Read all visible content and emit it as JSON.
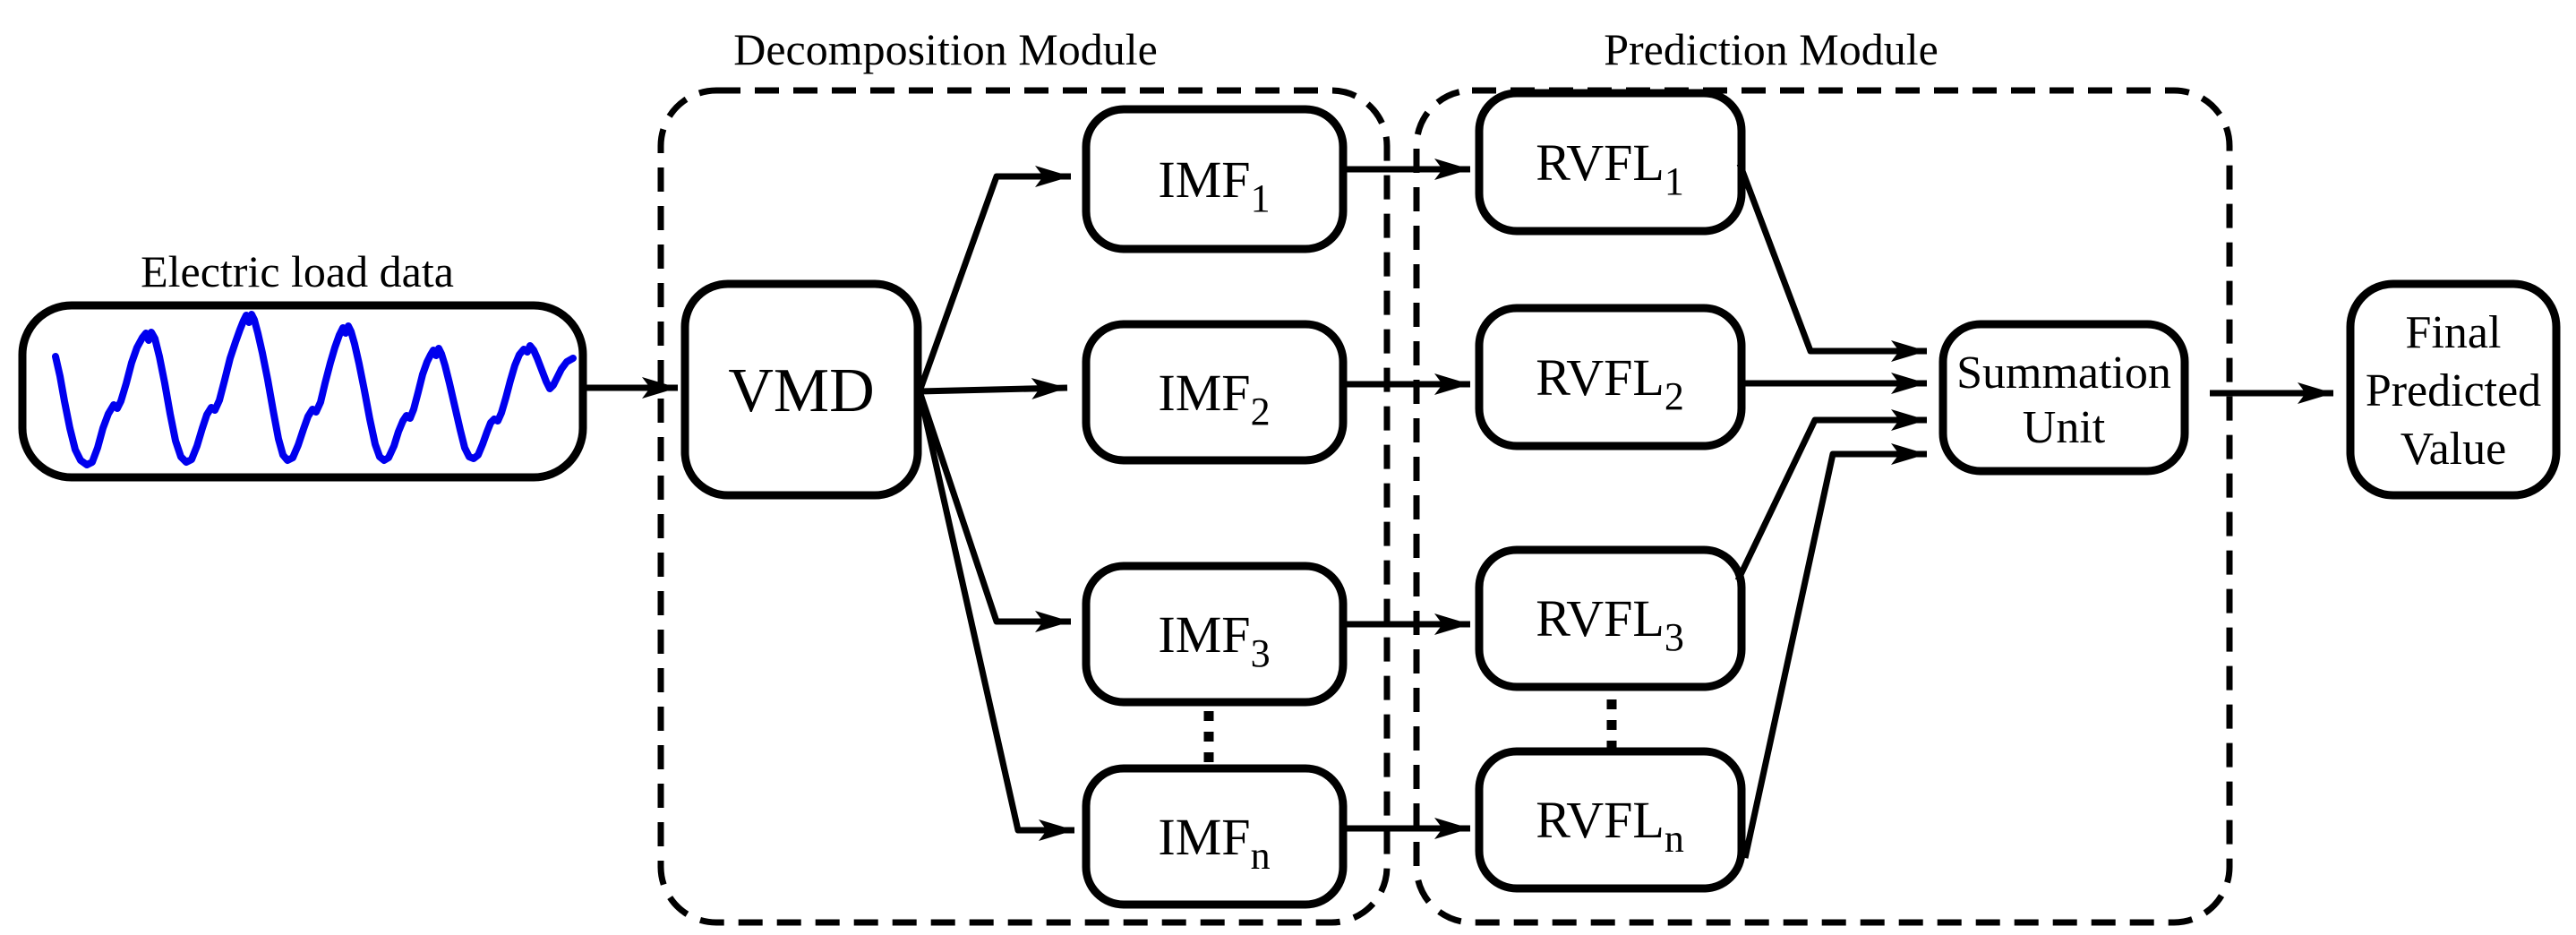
{
  "figure": {
    "background": "#ffffff",
    "line_color": "#000000",
    "signal_color": "#0000ee",
    "input_label": "Electric load data",
    "decomposition_module": {
      "title": "Decomposition Module"
    },
    "prediction_module": {
      "title": "Prediction Module"
    },
    "vmd_label": "VMD",
    "imf_units": [
      {
        "name": "IMF",
        "sub": "1"
      },
      {
        "name": "IMF",
        "sub": "2"
      },
      {
        "name": "IMF",
        "sub": "3"
      },
      {
        "name": "IMF",
        "sub": "n"
      }
    ],
    "rvfl_units": [
      {
        "name": "RVFL",
        "sub": "1"
      },
      {
        "name": "RVFL",
        "sub": "2"
      },
      {
        "name": "RVFL",
        "sub": "3"
      },
      {
        "name": "RVFL",
        "sub": "n"
      }
    ],
    "summation_unit": {
      "line1": "Summation",
      "line2": "Unit"
    },
    "final_output": {
      "line1": "Final",
      "line2": "Predicted",
      "line3": "Value"
    }
  }
}
